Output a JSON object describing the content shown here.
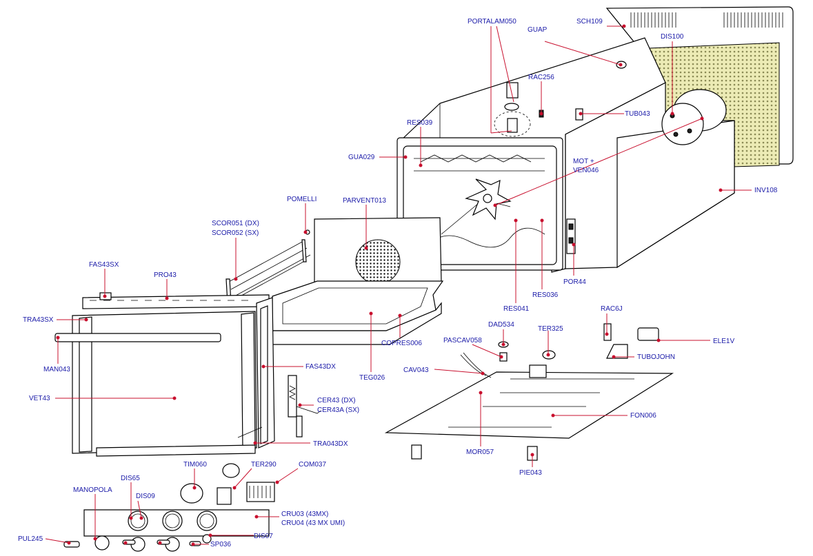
{
  "labels": {
    "portalam050": "PORTALAM050",
    "guap": "GUAP",
    "sch109": "SCH109",
    "dis100": "DIS100",
    "rac256": "RAC256",
    "tub043": "TUB043",
    "res039": "RES039",
    "gua029": "GUA029",
    "mot": "MOT +",
    "ven046": "VEN046",
    "inv108": "INV108",
    "pomelli": "POMELLI",
    "parvent013": "PARVENT013",
    "scor051": "SCOR051 (DX)",
    "scor052": "SCOR052 (SX)",
    "fas43sx": "FAS43SX",
    "pro43": "PRO43",
    "tra43sx": "TRA43SX",
    "man043": "MAN043",
    "vet43": "VET43",
    "fas43dx": "FAS43DX",
    "teg026": "TEG026",
    "copres006": "COPRES006",
    "res041": "RES041",
    "res036": "RES036",
    "por44": "POR44",
    "rac6j": "RAC6J",
    "dad534": "DAD534",
    "ter325": "TER325",
    "pascav058": "PASCAV058",
    "ele1v": "ELE1V",
    "tubojohn": "TUBOJOHN",
    "cav043": "CAV043",
    "cer43dx": "CER43 (DX)",
    "cer43asx": "CER43A (SX)",
    "fon006": "FON006",
    "tra043dx": "TRA043DX",
    "mor057": "MOR057",
    "pie043": "PIE043",
    "tim060": "TIM060",
    "ter290": "TER290",
    "com037": "COM037",
    "dis65": "DIS65",
    "manopola": "MANOPOLA",
    "dis09": "DIS09",
    "cru03": "CRU03 (43MX)",
    "cru04": "CRU04 (43 MX UMI)",
    "dis07": "DIS07",
    "pul245": "PUL245",
    "sp036": "SP036"
  },
  "colors": {
    "label_text": "#1a1aa8",
    "leader_line": "#c8102e",
    "filter_mesh": "#e7e4a8"
  }
}
